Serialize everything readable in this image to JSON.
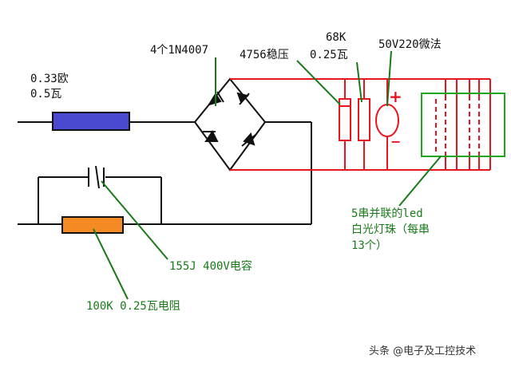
{
  "labels": {
    "r_power_value": "0.33欧",
    "r_power_rating": "0.5瓦",
    "bridge": "4个1N4007",
    "zener": "4756稳压",
    "bleeder_value": "68K",
    "bleeder_rating": "0.25瓦",
    "electrolytic": "50V220微法",
    "cap_series": "155J 400V电容",
    "r_parallel": "100K 0.25瓦电阻",
    "led_line1": "5串并联的led",
    "led_line2": "白光灯珠（每串",
    "led_line3": "13个）",
    "cap_plus": "+",
    "cap_minus": "−"
  },
  "watermark": "头条 @电子及工控技术",
  "colors": {
    "wire_black": "#111111",
    "wire_red": "#e8141e",
    "leader_green": "#1a7a1a",
    "resistor_blue": "#4a4ad0",
    "resistor_orange": "#f48a24",
    "led_box_green": "#1fa81f"
  }
}
